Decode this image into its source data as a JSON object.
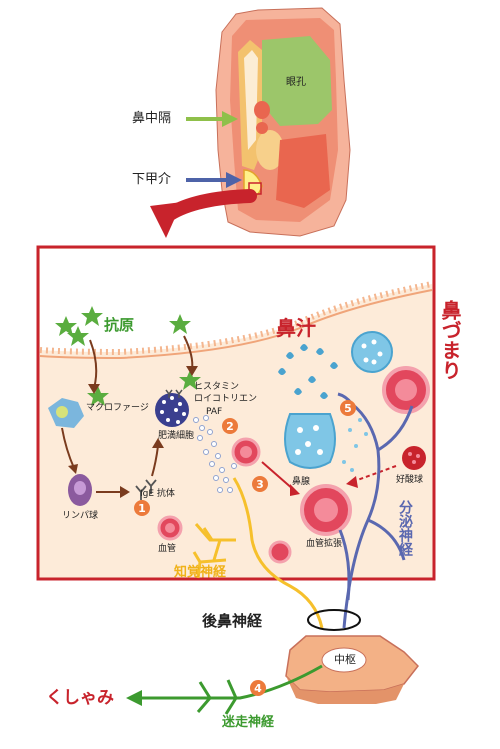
{
  "anatomy": {
    "orbit": "眼孔",
    "septum": "鼻中隔",
    "inferior_turbinate": "下甲介"
  },
  "diagram": {
    "antigen": "抗原",
    "macrophage": "マクロファージ",
    "lymphocyte": "リンパ球",
    "ige": "IgE 抗体",
    "mast_cell": "肥満細胞",
    "mediators_1": "ヒスタミン",
    "mediators_2": "ロイコトリエン",
    "paf": "PAF",
    "blood_vessel": "血管",
    "nasal_gland": "鼻腺",
    "vasodilation": "血管拡張",
    "eosinophil": "好酸球",
    "nasal_discharge": "鼻汁",
    "nasal_congestion": "鼻づまり",
    "secretory_nerve": "分泌神経",
    "sensory_nerve": "知覚神経"
  },
  "lower": {
    "posterior_nasal_nerve": "後鼻神経",
    "center": "中枢",
    "sneeze": "くしゃみ",
    "vagus": "迷走神経"
  },
  "steps": [
    "1",
    "2",
    "3",
    "4",
    "5"
  ],
  "colors": {
    "frame": "#c8232c",
    "tissue": "#fbe3cf",
    "green": "#5aad3f",
    "yellow": "#f6c02c",
    "blue": "#5a68b0"
  }
}
